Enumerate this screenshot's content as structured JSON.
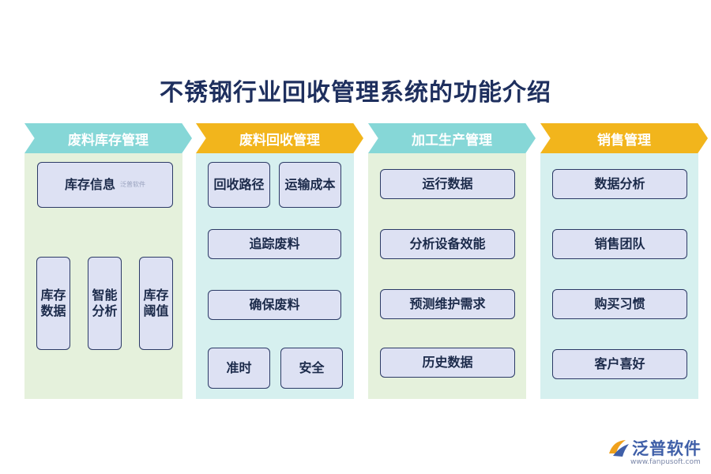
{
  "title": "不锈钢行业回收管理系统的功能介绍",
  "columns": [
    {
      "header": "废料库存管理",
      "items": [
        "库存信息",
        "库存数据",
        "智能分析",
        "库存阈值"
      ],
      "watermark": "泛普软件"
    },
    {
      "header": "废料回收管理",
      "items": [
        "回收路径",
        "运输成本",
        "追踪废料",
        "确保废料",
        "准时",
        "安全"
      ]
    },
    {
      "header": "加工生产管理",
      "items": [
        "运行数据",
        "分析设备效能",
        "预测维护需求",
        "历史数据"
      ]
    },
    {
      "header": "销售管理",
      "items": [
        "数据分析",
        "销售团队",
        "购买习惯",
        "客户喜好"
      ]
    }
  ],
  "logo": {
    "name": "泛普软件",
    "url": "www.fanpusoft.com"
  },
  "colors": {
    "teal": "#86d7d7",
    "gold": "#f2b51c",
    "box_fill": "#dde1f3",
    "box_border": "#2c3a66"
  }
}
